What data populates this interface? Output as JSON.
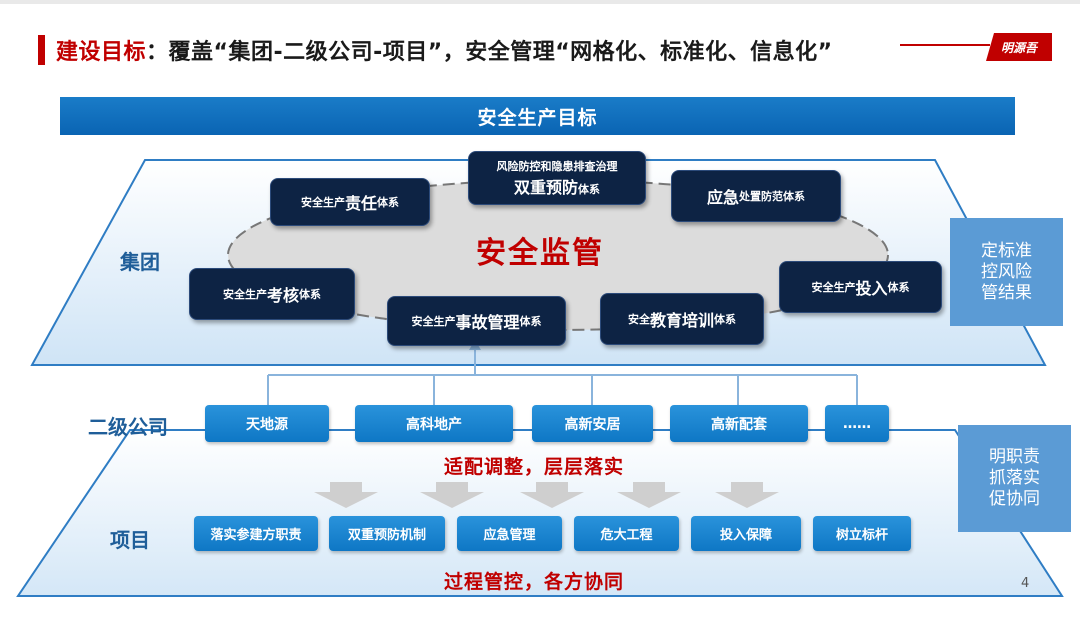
{
  "header": {
    "title_prefix": "建设目标",
    "title_rest": "：覆盖“集团-二级公司-项目”，安全管理“网格化、标准化、信息化”",
    "logo": "明源吾"
  },
  "banner": "安全生产目标",
  "group": {
    "label": "集团",
    "center": "安全监管",
    "systems": [
      {
        "small_pre": "安全生产",
        "big": "责任",
        "small_post": "体系"
      },
      {
        "top": "风险防控和隐患排查治理",
        "big": "双重预防",
        "small_post": "体系"
      },
      {
        "big": "应急",
        "small_post": "处置防范体系"
      },
      {
        "small_pre": "安全生产",
        "big": "考核",
        "small_post": "体系"
      },
      {
        "small_pre": "安全生产",
        "big": "投入",
        "small_post": "体系"
      },
      {
        "small_pre": "安全生产",
        "big": "事故管理",
        "small_post": "体系"
      },
      {
        "small_pre": "安全",
        "big": "教育培训",
        "small_post": "体系"
      }
    ],
    "side_note": [
      "定标准",
      "控风险",
      "管结果"
    ]
  },
  "subsidiary": {
    "label": "二级公司",
    "companies": [
      "天地源",
      "高科地产",
      "高新安居",
      "高新配套",
      "……"
    ],
    "slogan": "适配调整，层层落实",
    "side_note": [
      "明职责",
      "抓落实",
      "促协同"
    ]
  },
  "project": {
    "label": "项目",
    "items": [
      "落实参建方职责",
      "双重预防机制",
      "应急管理",
      "危大工程",
      "投入保障",
      "树立标杆"
    ],
    "slogan": "过程管控，各方协同"
  },
  "page_number": "4"
}
